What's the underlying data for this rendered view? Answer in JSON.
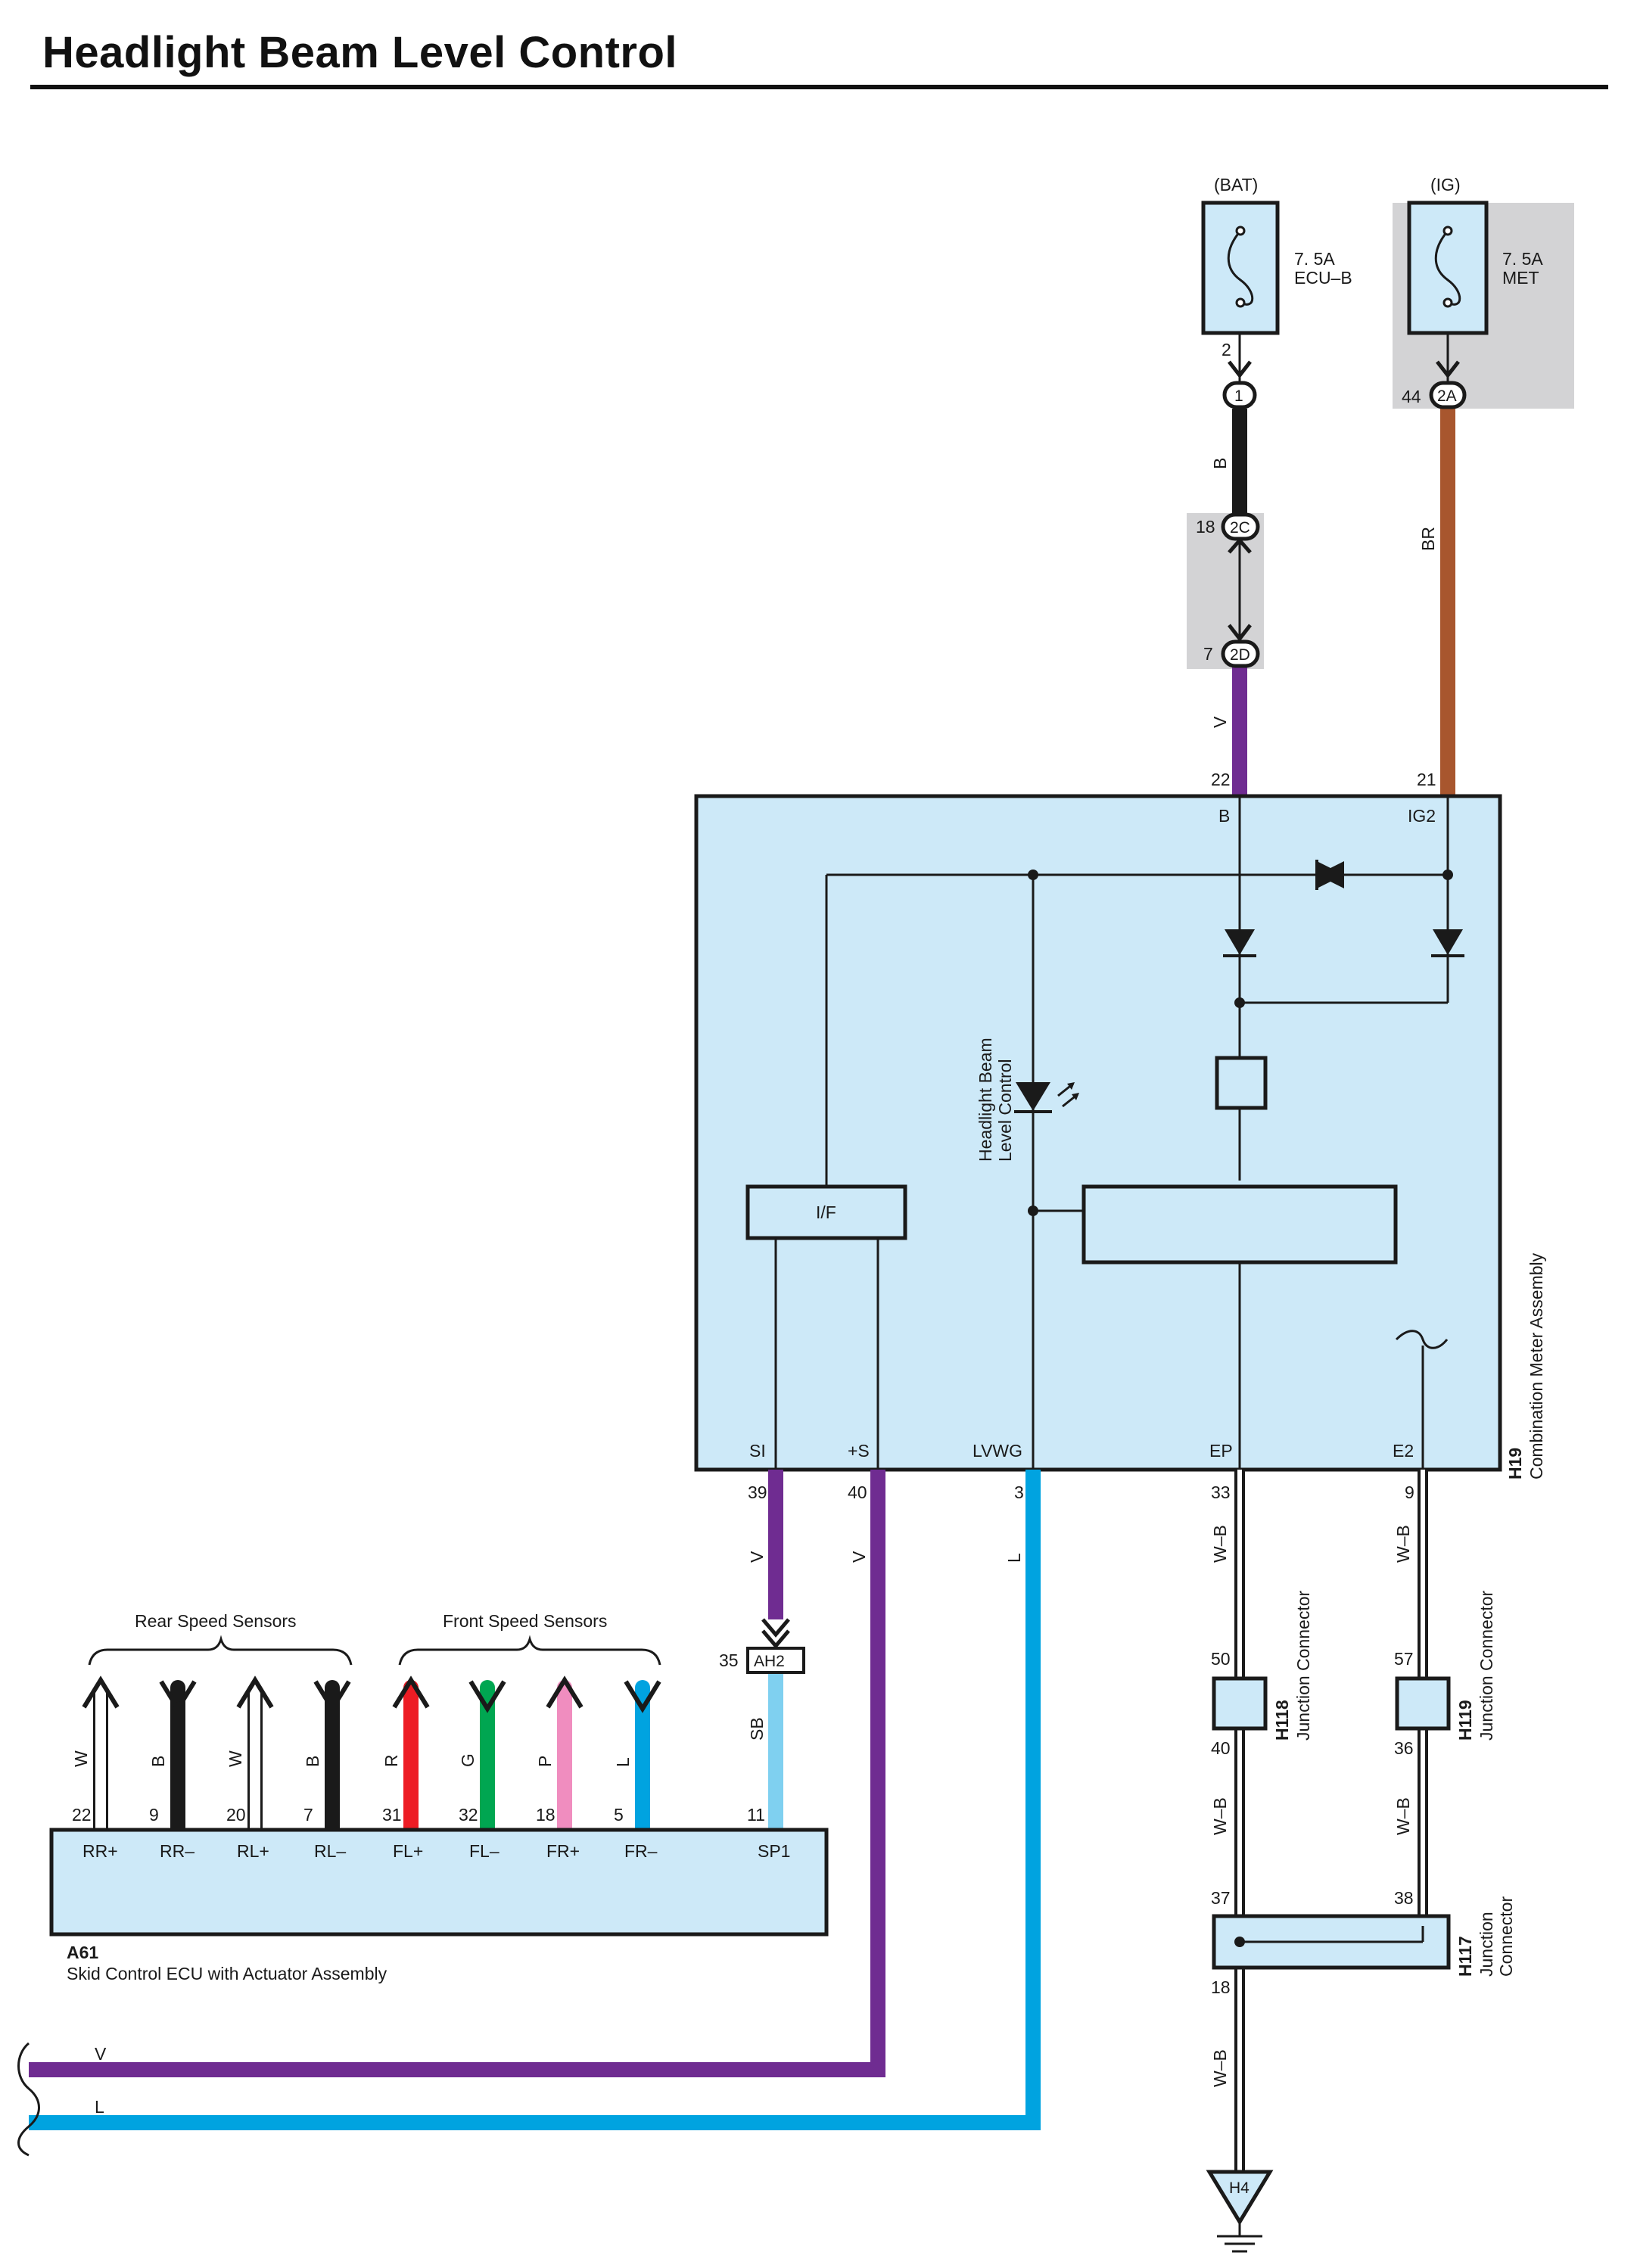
{
  "title": "Headlight Beam Level Control",
  "colors": {
    "component_fill": "#cde9f8",
    "shade_fill": "#d3d3d5",
    "wire_B": "#1a1a1a",
    "wire_V": "#6f2c91",
    "wire_BR": "#a8562e",
    "wire_L": "#00a3e0",
    "wire_SB": "#7fd0f0",
    "wire_R": "#ed1c24",
    "wire_G": "#00a651",
    "wire_P": "#f08dbf",
    "wire_W": "#ffffff"
  },
  "fuses": {
    "bat": {
      "source": "(BAT)",
      "rating": "7. 5A",
      "name": "ECU–B",
      "pin": "2",
      "jc_pin": "1"
    },
    "ig": {
      "source": "(IG)",
      "rating": "7. 5A",
      "name": "MET",
      "pin": "44",
      "jc_pin": "2A"
    }
  },
  "connectors": {
    "c2c": {
      "pin": "18",
      "label": "2C"
    },
    "c2d": {
      "pin": "7",
      "label": "2D"
    },
    "ah2": {
      "pin": "35",
      "label": "AH2"
    }
  },
  "wires": {
    "b_top": "B",
    "v_top": "V",
    "br_top": "BR",
    "v_si": "V",
    "v_s": "V",
    "l_lvwg": "L",
    "wb_ep1": "W–B",
    "wb_ep2": "W–B",
    "wb_ep3": "W–B",
    "wb_e2_1": "W–B",
    "wb_e2_2": "W–B",
    "sb": "SB",
    "bottom_v": "V",
    "bottom_l": "L"
  },
  "meter": {
    "id": "H19",
    "name": "Combination Meter Assembly",
    "terminals": [
      {
        "name": "B",
        "pin": "22"
      },
      {
        "name": "IG2",
        "pin": "21"
      },
      {
        "name": "SI",
        "pin": "39"
      },
      {
        "name": "+S",
        "pin": "40"
      },
      {
        "name": "LVWG",
        "pin": "3"
      },
      {
        "name": "EP",
        "pin": "33"
      },
      {
        "name": "E2",
        "pin": "9"
      }
    ],
    "if_label": "I/F",
    "indicator_label_1": "Headlight Beam",
    "indicator_label_2": "Level Control"
  },
  "junctions": {
    "h118": {
      "id": "H118",
      "name": "Junction Connector",
      "pin_top": "50",
      "pin_bottom": "40"
    },
    "h119": {
      "id": "H119",
      "name": "Junction Connector",
      "pin_top": "57",
      "pin_bottom": "36"
    },
    "h117": {
      "id": "H117",
      "name_1": "Junction",
      "name_2": "Connector",
      "pin_left": "37",
      "pin_right": "38",
      "pin_bottom": "18"
    }
  },
  "ground": {
    "id": "H4"
  },
  "ecu": {
    "id": "A61",
    "name": "Skid Control ECU with Actuator Assembly",
    "rear_group": "Rear Speed Sensors",
    "front_group": "Front Speed Sensors",
    "terminals": [
      {
        "name": "RR+",
        "pin": "22",
        "wire": "W"
      },
      {
        "name": "RR–",
        "pin": "9",
        "wire": "B"
      },
      {
        "name": "RL+",
        "pin": "20",
        "wire": "W"
      },
      {
        "name": "RL–",
        "pin": "7",
        "wire": "B"
      },
      {
        "name": "FL+",
        "pin": "31",
        "wire": "R"
      },
      {
        "name": "FL–",
        "pin": "32",
        "wire": "G"
      },
      {
        "name": "FR+",
        "pin": "18",
        "wire": "P"
      },
      {
        "name": "FR–",
        "pin": "5",
        "wire": "L"
      },
      {
        "name": "SP1",
        "pin": "11",
        "wire": "SB"
      }
    ]
  }
}
